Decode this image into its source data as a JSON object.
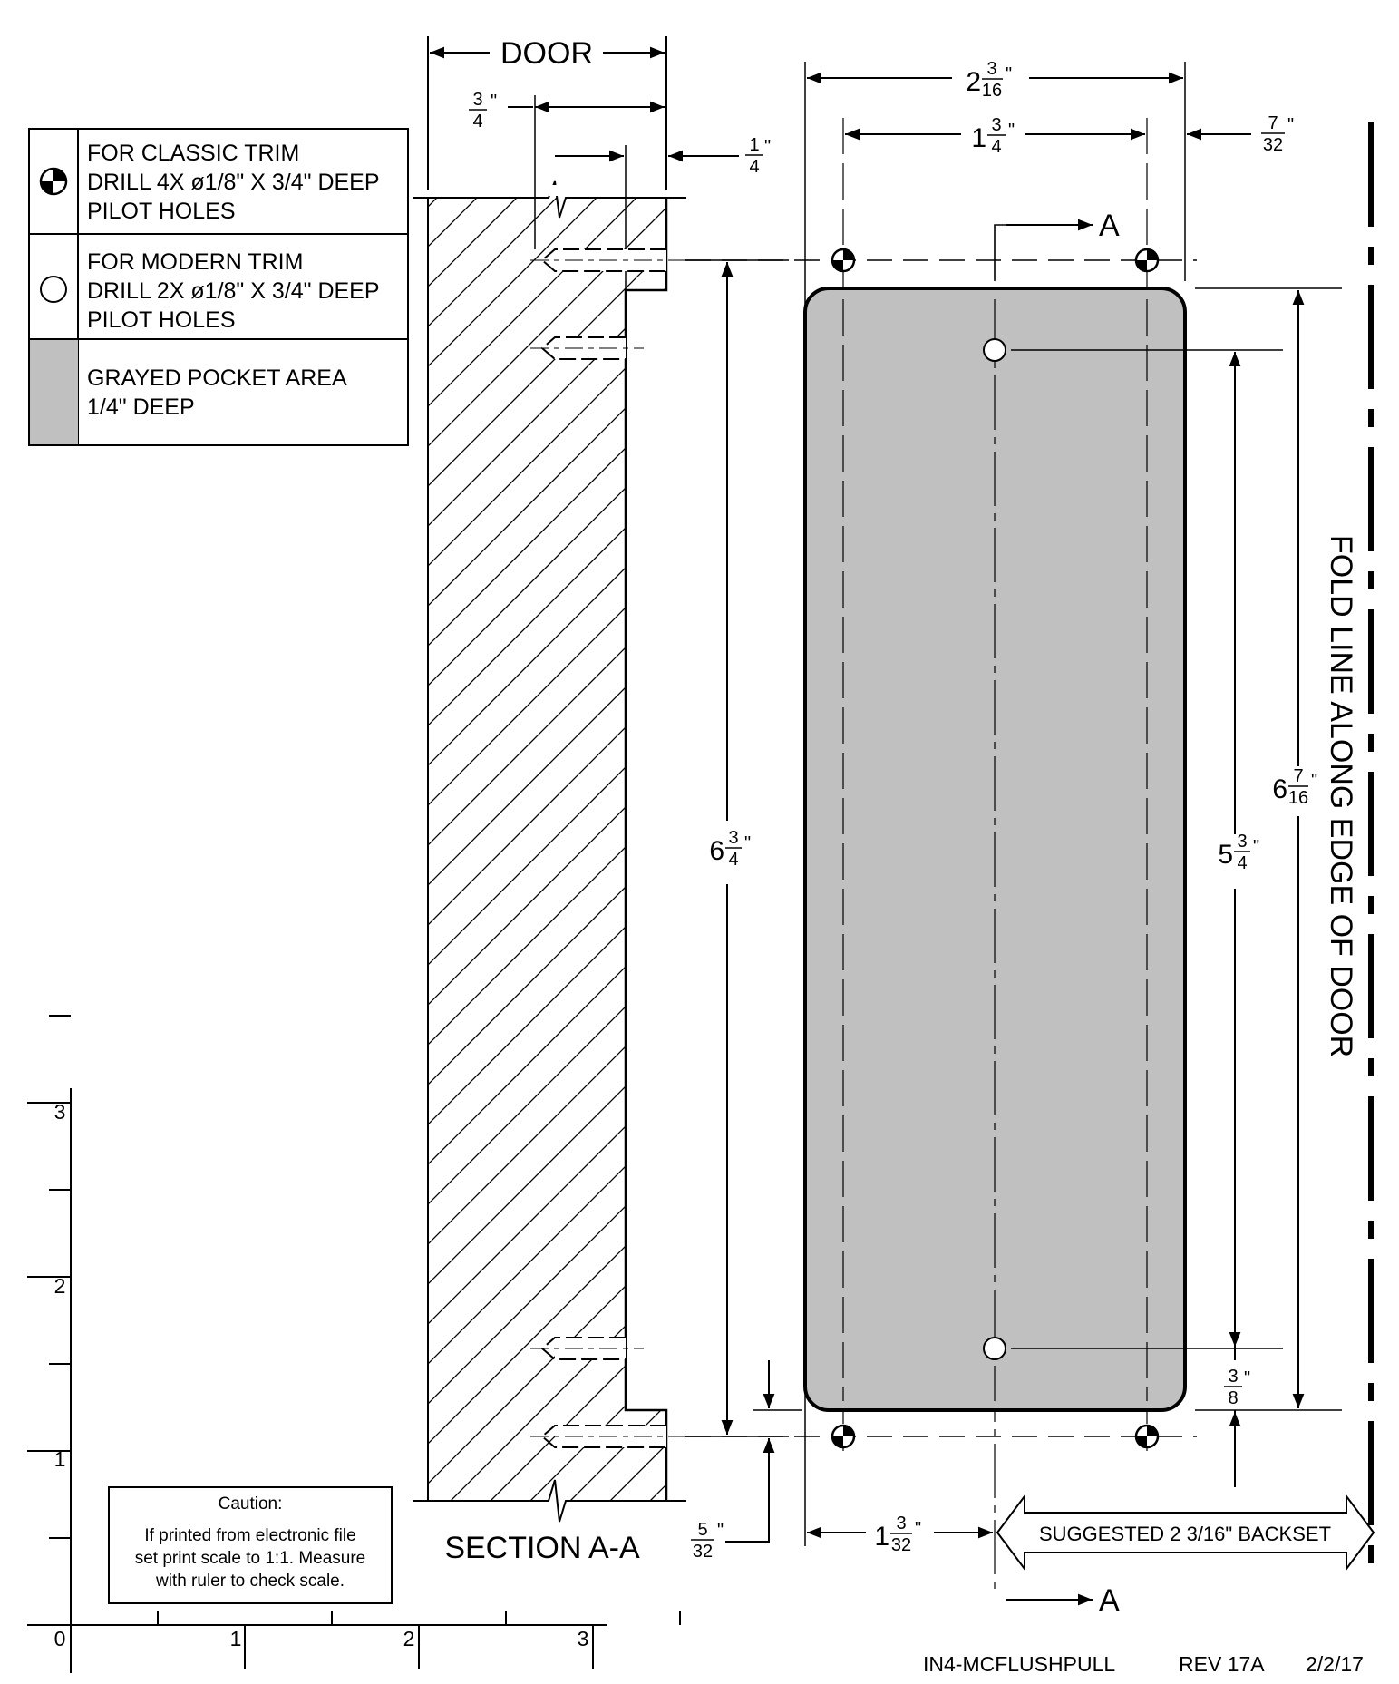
{
  "legend": {
    "classic": {
      "line1": "FOR CLASSIC TRIM",
      "line2": "DRILL 4X ø1/8\" X 3/4\" DEEP",
      "line3": "PILOT HOLES"
    },
    "modern": {
      "line1": "FOR MODERN TRIM",
      "line2": "DRILL 2X ø1/8\" X 3/4\" DEEP",
      "line3": "PILOT HOLES"
    },
    "pocket": {
      "line1": "GRAYED POCKET AREA",
      "line2": "1/4\" DEEP"
    }
  },
  "section": {
    "door_label": "DOOR",
    "title": "SECTION A-A",
    "dim_top_whole": "",
    "dim_top_num": "3",
    "dim_top_den": "4",
    "dim_top_unit": "\"",
    "dim_quarter_num": "1",
    "dim_quarter_den": "4",
    "dim_quarter_unit": "\""
  },
  "dims": {
    "width_overall": {
      "whole": "2",
      "num": "3",
      "den": "16",
      "unit": "\""
    },
    "width_holes": {
      "whole": "1",
      "num": "3",
      "den": "4",
      "unit": "\""
    },
    "edge_offset": {
      "whole": "",
      "num": "7",
      "den": "32",
      "unit": "\""
    },
    "height_holes": {
      "whole": "6",
      "num": "3",
      "den": "4",
      "unit": "\""
    },
    "height_pocket": {
      "whole": "6",
      "num": "7",
      "den": "16",
      "unit": "\""
    },
    "height_modern": {
      "whole": "5",
      "num": "3",
      "den": "4",
      "unit": "\""
    },
    "modern_offset": {
      "whole": "",
      "num": "3",
      "den": "8",
      "unit": "\""
    },
    "hole_offset": {
      "whole": "",
      "num": "5",
      "den": "32",
      "unit": "\""
    },
    "left_to_center": {
      "whole": "1",
      "num": "3",
      "den": "32",
      "unit": "\""
    }
  },
  "section_marker": "A",
  "backset": "SUGGESTED 2 3/16\" BACKSET",
  "fold_line": "FOLD LINE ALONG EDGE OF DOOR",
  "caution": {
    "title": "Caution:",
    "line1": "If printed from electronic file",
    "line2": "set print scale to 1:1. Measure",
    "line3": "with ruler to check scale."
  },
  "ruler": {
    "horizontal": [
      "0",
      "1",
      "2",
      "3"
    ],
    "vertical": [
      "1",
      "2",
      "3"
    ]
  },
  "footer": {
    "part": "IN4-MCFLUSHPULL",
    "rev": "REV 17A",
    "date": "2/2/17"
  },
  "colors": {
    "pocket": "#c0c0c0",
    "ink": "#000000"
  }
}
